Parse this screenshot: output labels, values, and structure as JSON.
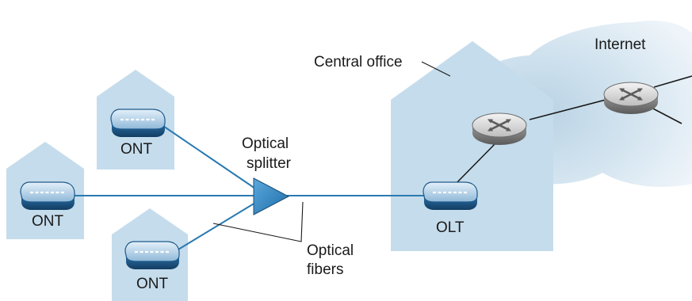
{
  "labels": {
    "internet": "Internet",
    "central_office": "Central office",
    "optical_splitter_line1": "Optical",
    "optical_splitter_line2": "splitter",
    "optical_fibers_line1": "Optical",
    "optical_fibers_line2": "fibers",
    "olt": "OLT",
    "ont_top": "ONT",
    "ont_middle": "ONT",
    "ont_bottom": "ONT"
  },
  "colors": {
    "house_fill": "#c5dcec",
    "fiber_line": "#2a7ab0",
    "cloud_fill": "#cfe0ec",
    "splitter_fill": "#3b8fc7"
  },
  "icons": {
    "network_device": "ont-device-icon",
    "router": "router-icon",
    "splitter": "splitter-triangle-icon",
    "cloud": "internet-cloud-icon"
  }
}
